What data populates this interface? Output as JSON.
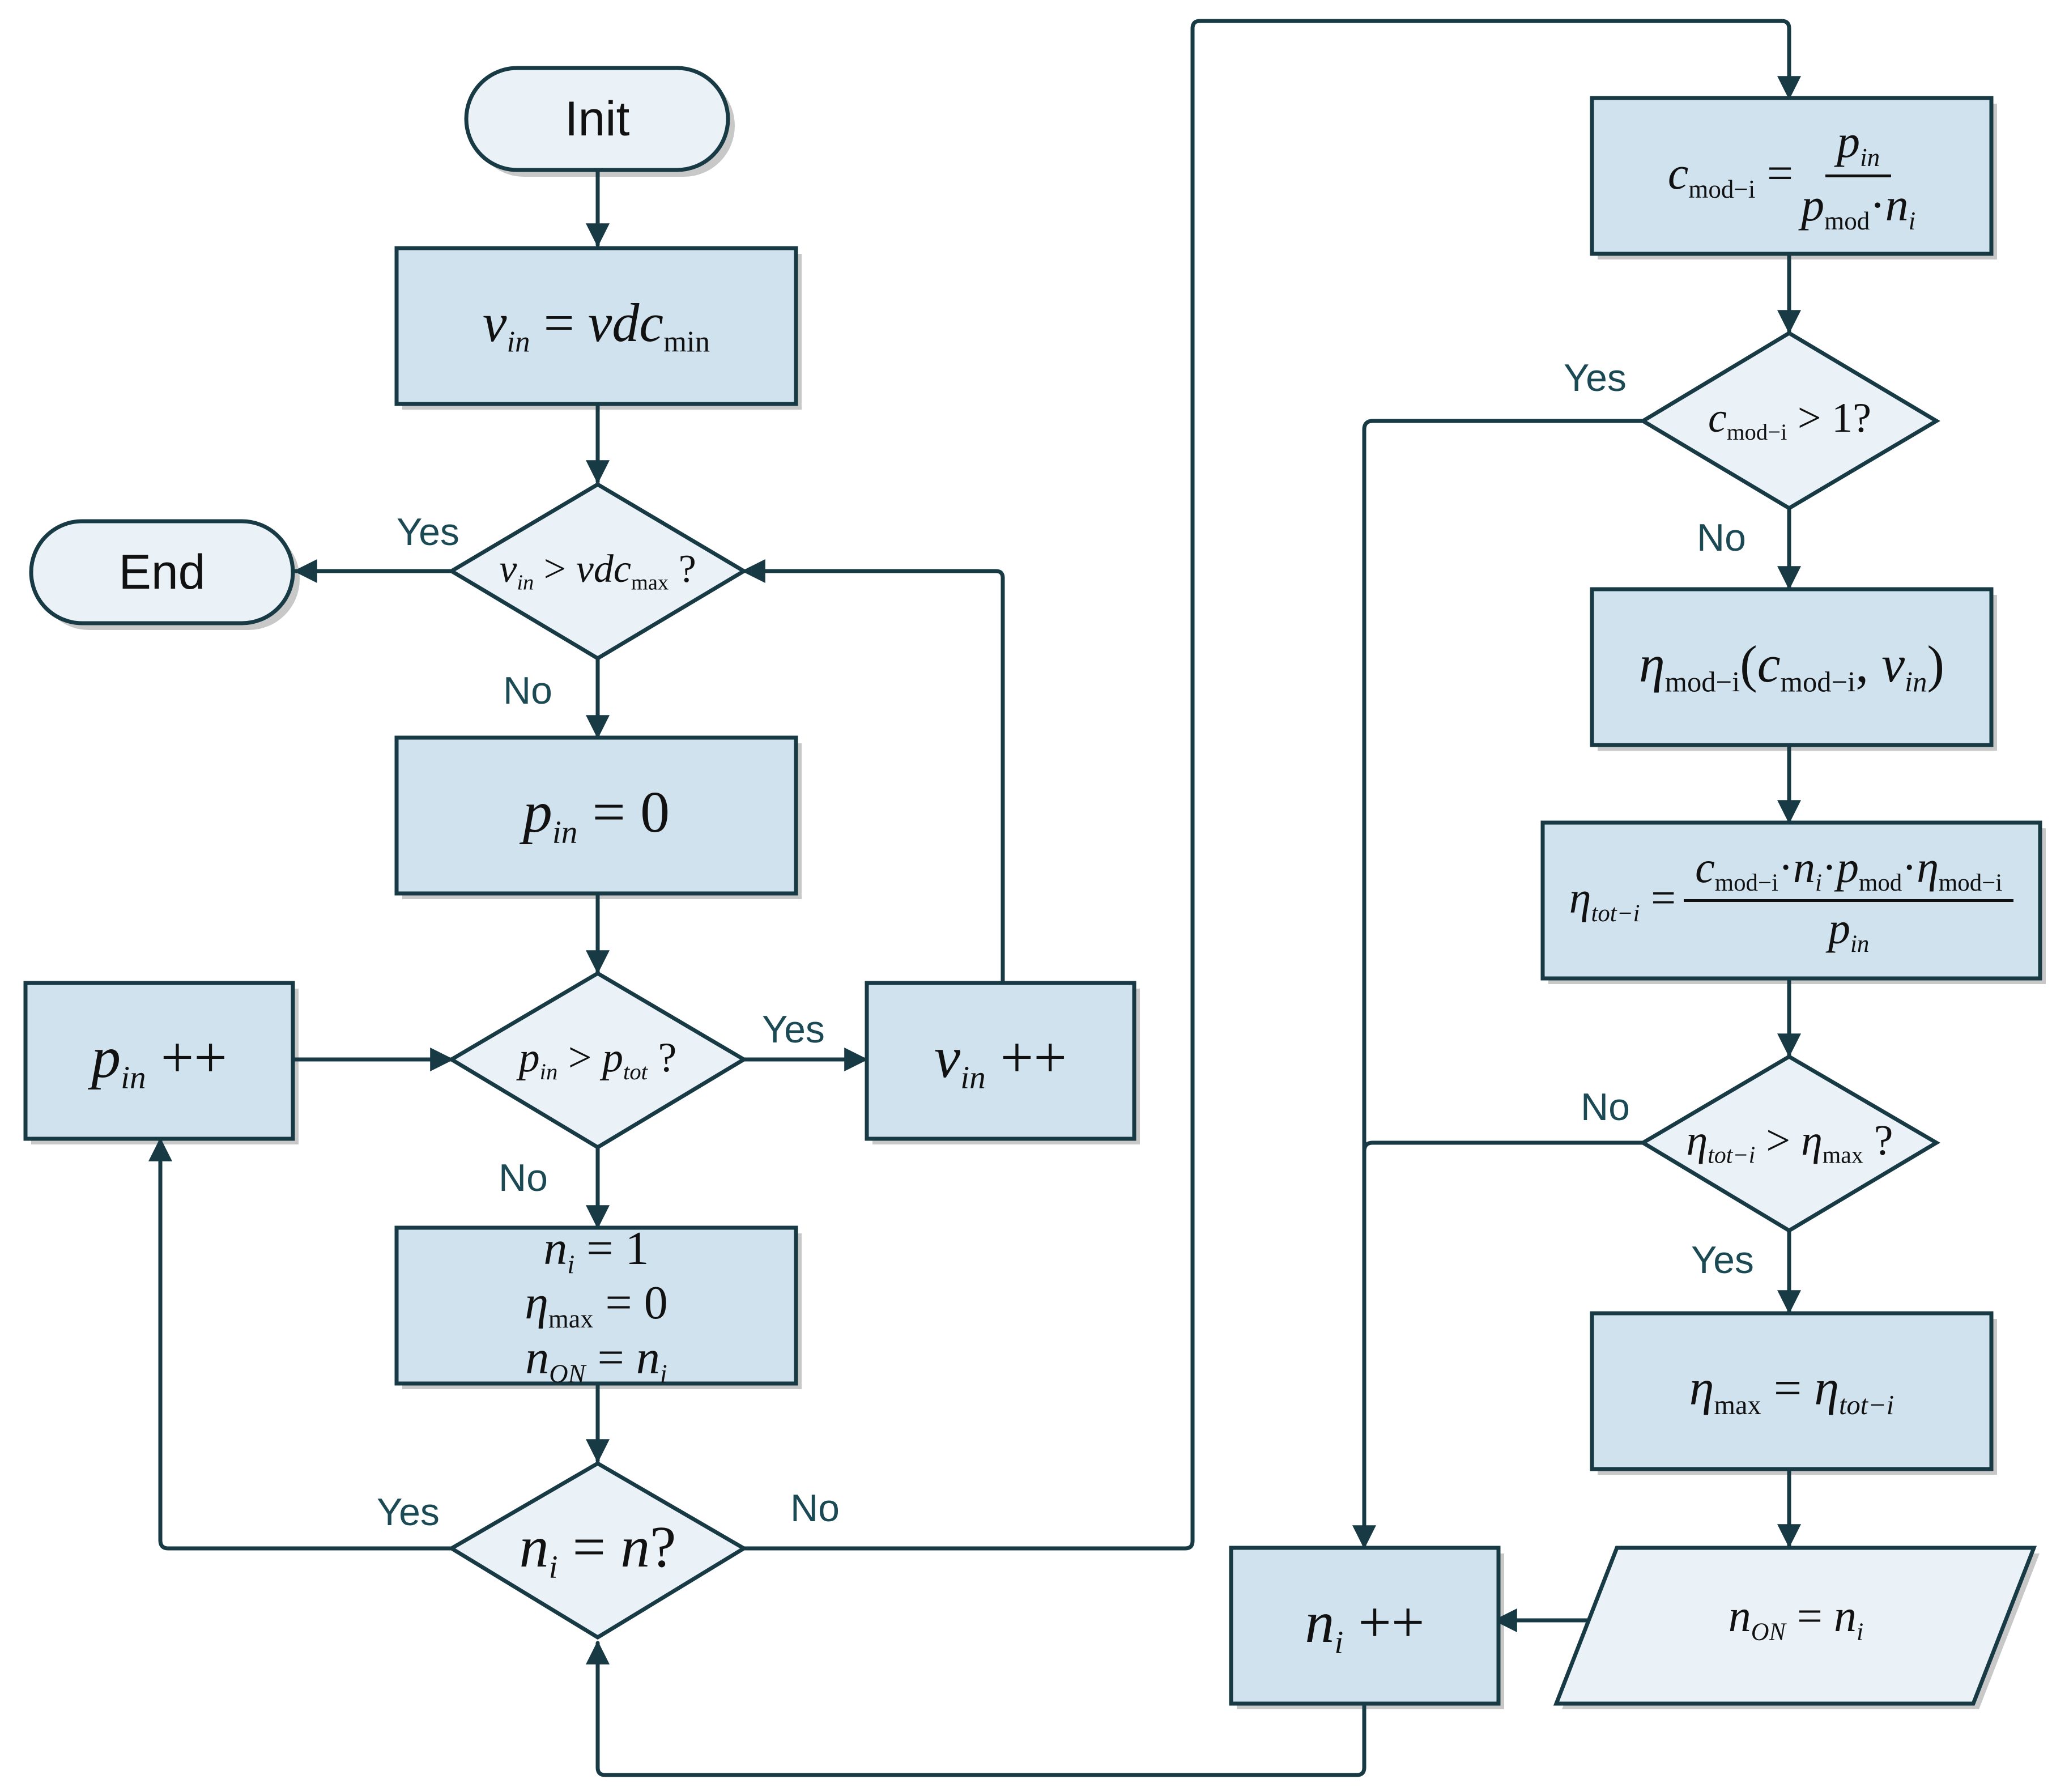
{
  "colors": {
    "box_fill": "#cfe2ee",
    "terminal_fill": "#eaf2f7",
    "line": "#173a44",
    "label": "#1b4a55"
  },
  "terminals": {
    "init": "Init",
    "end": "End"
  },
  "boxes": {
    "vin_init": {
      "lhs": "v",
      "lhs_sub": "in",
      "op": " = ",
      "rhs": "vdc",
      "rhs_sub": "min"
    },
    "pin_init": {
      "lhs": "p",
      "lhs_sub": "in",
      "op": " = ",
      "rhs": "0"
    },
    "pin_inc": {
      "var": "p",
      "sub": "in",
      "op": " ++"
    },
    "vin_inc": {
      "var": "v",
      "sub": "in",
      "op": " ++"
    },
    "init_lines": {
      "l1": {
        "var": "n",
        "sub": "i",
        "rest": " = 1"
      },
      "l2": {
        "var": "η",
        "sub": "max",
        "rest": " = 0"
      },
      "l3": {
        "var": "n",
        "sub": "ON",
        "rest": " = ",
        "var2": "n",
        "sub2": "i"
      }
    },
    "ni_inc": {
      "var": "n",
      "sub": "i",
      "op": " ++"
    },
    "cmod": {
      "lhs": "c",
      "lhs_sub": "mod−i",
      "num": "p",
      "num_sub": "in",
      "den_a": "p",
      "den_a_sub": "mod",
      "den_dot": "·",
      "den_b": "n",
      "den_b_sub": "i"
    },
    "eta_mod": {
      "var": "η",
      "sub": "mod−i",
      "open": "(",
      "a": "c",
      "a_sub": "mod−i",
      "sep": ", ",
      "b": "v",
      "b_sub": "in",
      "close": ")"
    },
    "eta_tot": {
      "lhs": "η",
      "lhs_sub": "tot−i",
      "num_a": "c",
      "num_a_sub": "mod−i",
      "num_b": "n",
      "num_b_sub": "i",
      "num_c": "p",
      "num_c_sub": "mod",
      "num_d": "η",
      "num_d_sub": "mod−i",
      "dot": "·",
      "den": "p",
      "den_sub": "in"
    },
    "eta_max_set": {
      "lhs": "η",
      "lhs_sub": "max",
      "op": " = ",
      "rhs": "η",
      "rhs_sub": "tot−i"
    },
    "output": {
      "lhs": "n",
      "lhs_sub": "ON",
      "op": " = ",
      "rhs": "n",
      "rhs_sub": "i"
    }
  },
  "decisions": {
    "vin_check": {
      "a": "v",
      "a_sub": "in",
      "op": " > ",
      "b": "vdc",
      "b_sub": "max",
      "q": " ?"
    },
    "pin_check": {
      "a": "p",
      "a_sub": "in",
      "op": " > ",
      "b": "p",
      "b_sub": "tot",
      "q": " ?"
    },
    "ni_check": {
      "a": "n",
      "a_sub": "i",
      "op": " = ",
      "b": "n",
      "q": "?"
    },
    "cmod_check": {
      "a": "c",
      "a_sub": "mod−i",
      "op": " > ",
      "b": "1",
      "q": "?"
    },
    "eta_check": {
      "a": "η",
      "a_sub": "tot−i",
      "op": " > ",
      "b": "η",
      "b_sub": "max",
      "q": " ?"
    }
  },
  "edge_labels": {
    "yes_end": "Yes",
    "no_vin": "No",
    "yes_pin": "Yes",
    "no_pin": "No",
    "yes_ni": "Yes",
    "no_ni": "No",
    "yes_cmod": "Yes",
    "no_cmod": "No",
    "no_eta": "No",
    "yes_eta": "Yes"
  }
}
